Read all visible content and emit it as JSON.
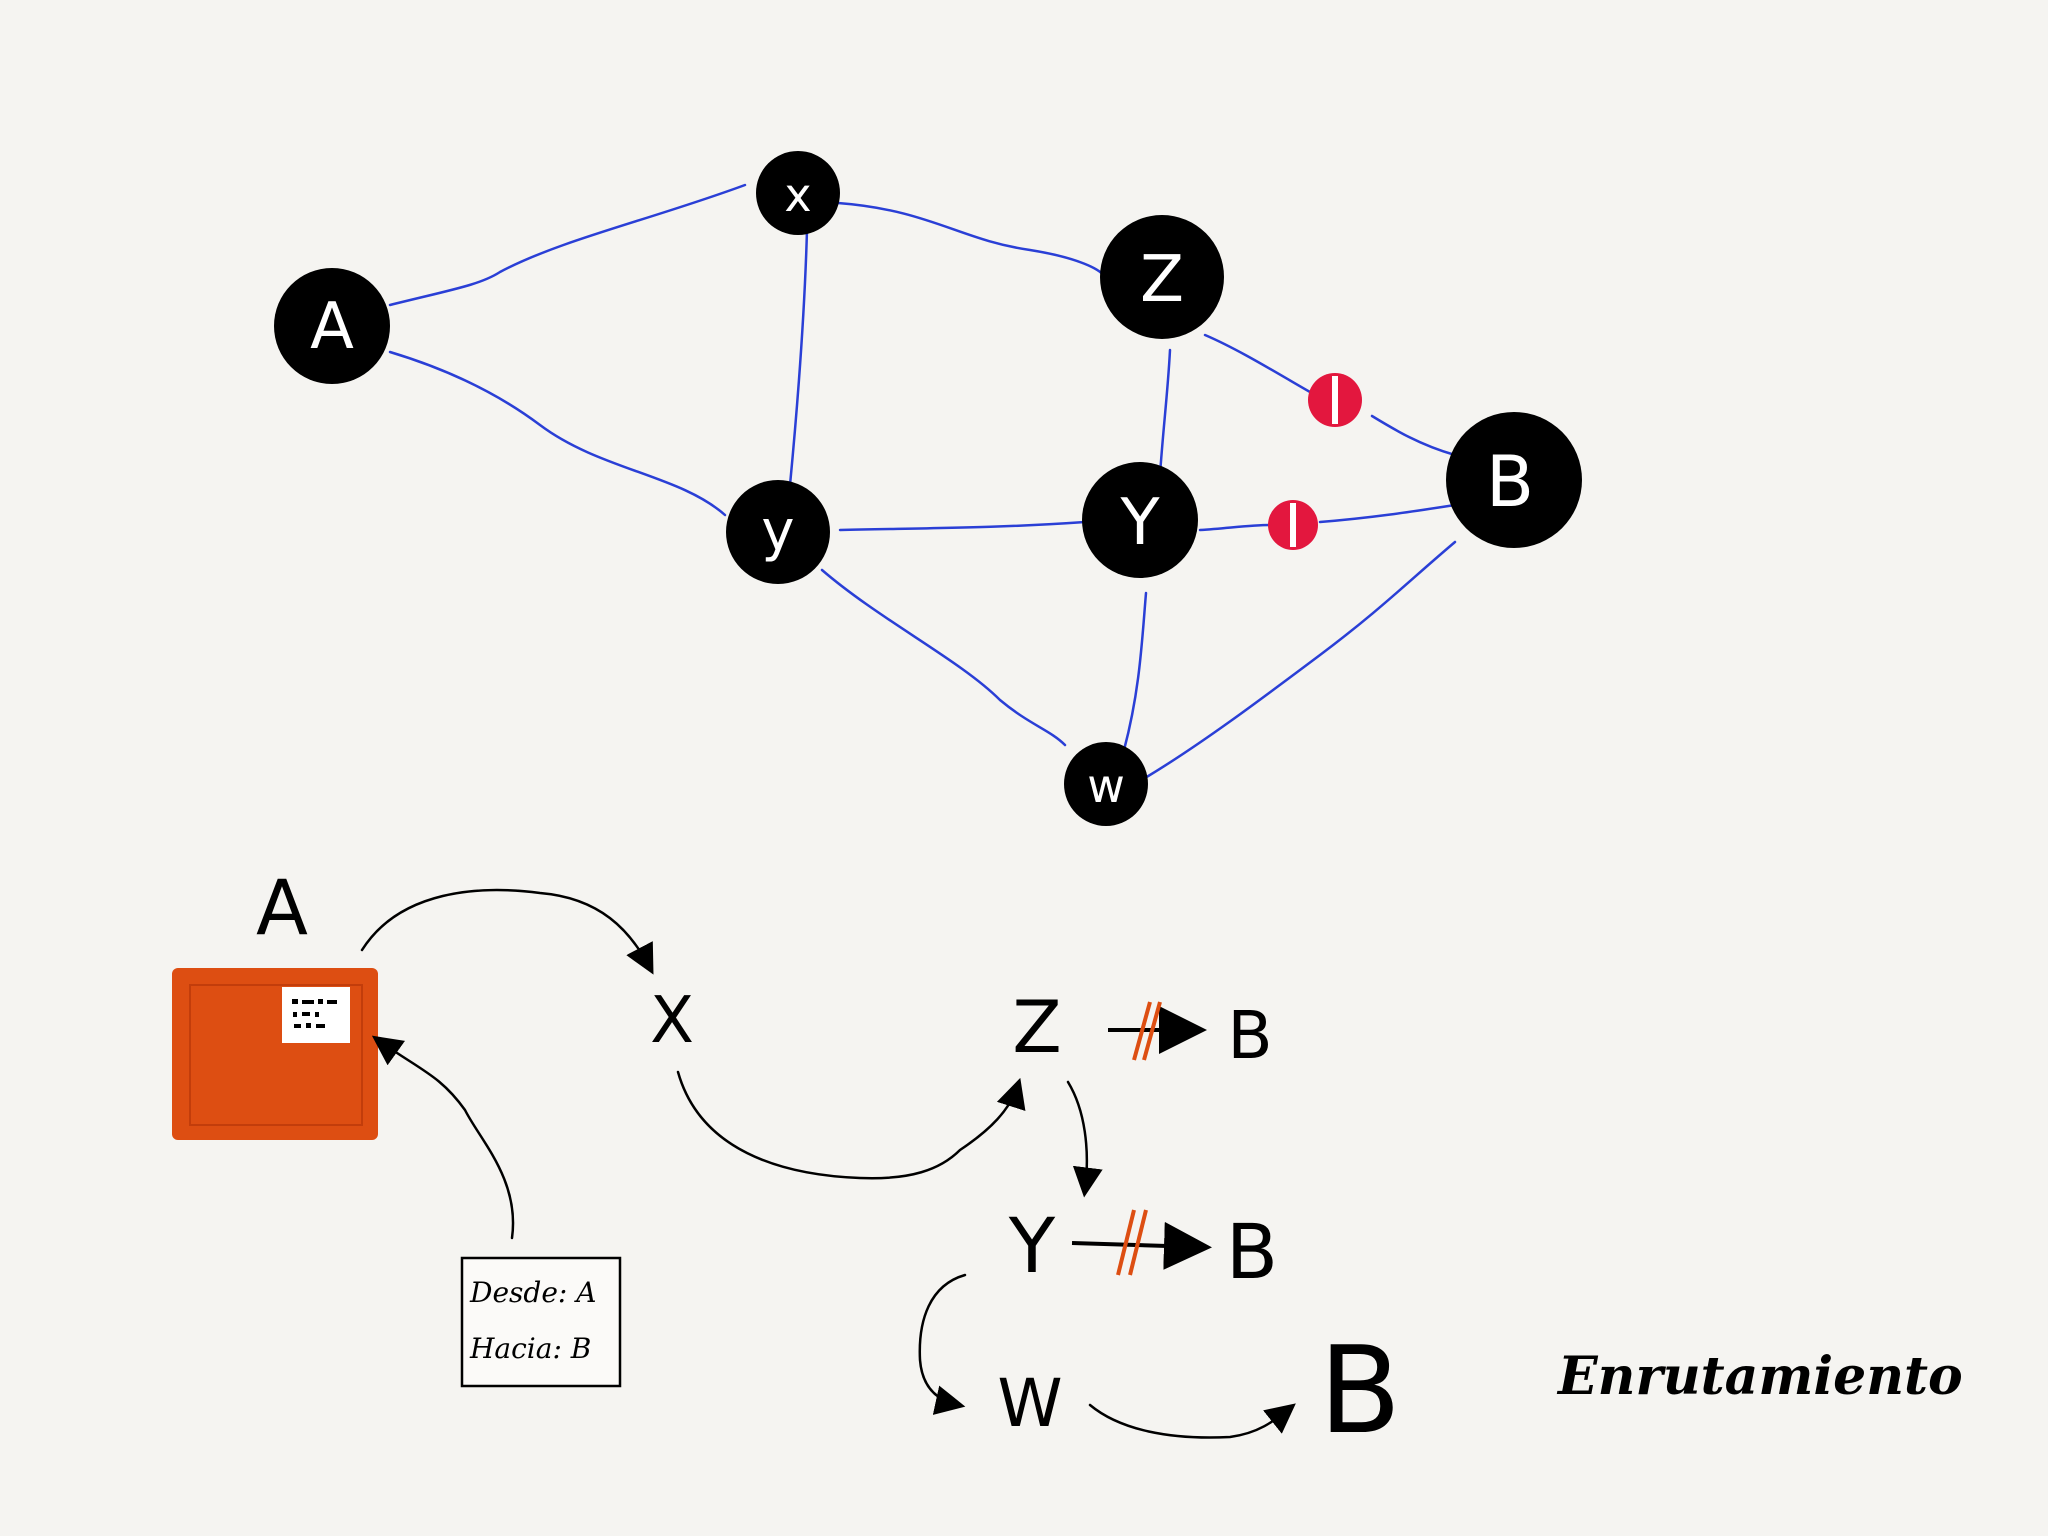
{
  "graph": {
    "nodes": [
      {
        "id": "A",
        "label": "A"
      },
      {
        "id": "x",
        "label": "x"
      },
      {
        "id": "Z",
        "label": "Z"
      },
      {
        "id": "y",
        "label": "y"
      },
      {
        "id": "Y",
        "label": "Y"
      },
      {
        "id": "B",
        "label": "B"
      },
      {
        "id": "w",
        "label": "w"
      }
    ],
    "edges": [
      {
        "from": "A",
        "to": "x"
      },
      {
        "from": "A",
        "to": "y"
      },
      {
        "from": "x",
        "to": "y"
      },
      {
        "from": "x",
        "to": "Z"
      },
      {
        "from": "Z",
        "to": "Y"
      },
      {
        "from": "Z",
        "to": "B",
        "blocked": true
      },
      {
        "from": "y",
        "to": "Y"
      },
      {
        "from": "y",
        "to": "w"
      },
      {
        "from": "Y",
        "to": "B",
        "blocked": true
      },
      {
        "from": "Y",
        "to": "w"
      },
      {
        "from": "w",
        "to": "B"
      }
    ],
    "colors": {
      "node": "#000000",
      "edge": "#2a3fd6",
      "block": "#e3173e"
    }
  },
  "sequence": {
    "labels": {
      "A": "A",
      "X": "X",
      "Z": "Z",
      "Y": "Y",
      "W": "W",
      "B_z": "B",
      "B_y": "B",
      "B_final": "B"
    },
    "colors": {
      "package": "#dd4e12",
      "strike": "#dd4e12",
      "ink": "#000000"
    }
  },
  "note": {
    "from": "Desde: A",
    "to": "Hacia: B"
  },
  "title": "Enrutamiento"
}
